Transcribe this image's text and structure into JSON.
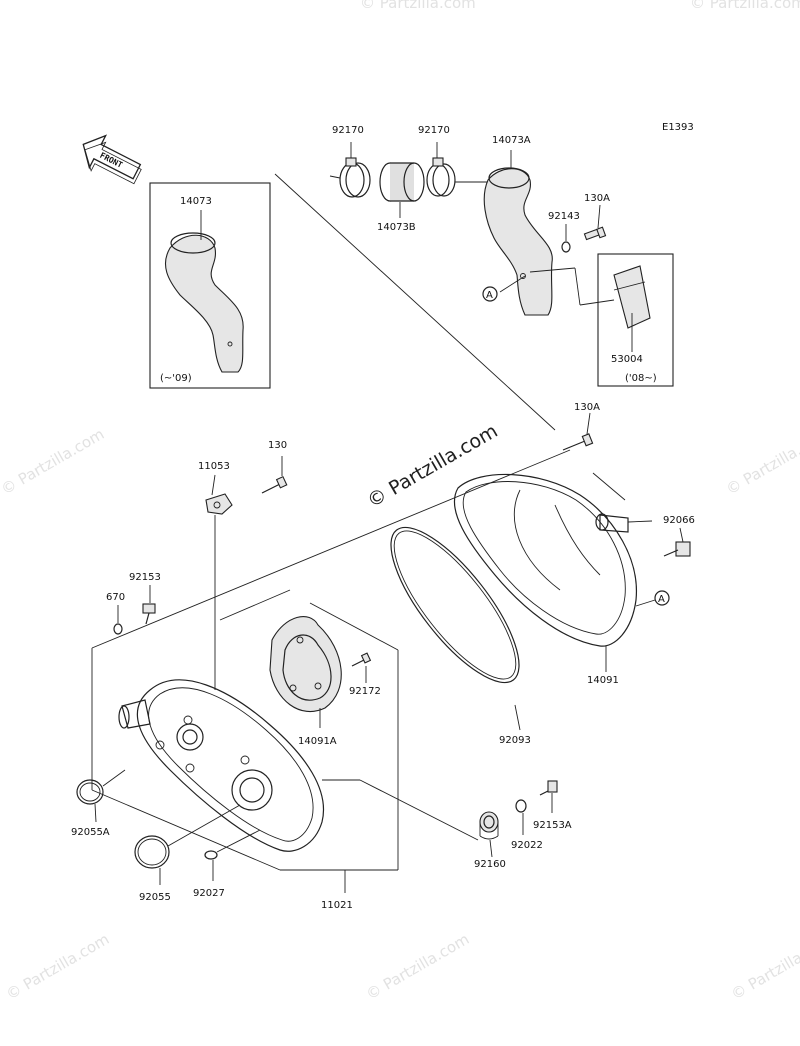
{
  "diagram_code": "E1393",
  "front_arrow": "FRONT",
  "ref_a": "A",
  "inset_left_note": "(~'09)",
  "inset_right_note": "('08~)",
  "watermark_center": "© Partzilla.com",
  "watermark_small": "© Partzilla.com",
  "parts": {
    "p92170_left": "92170",
    "p92170_right": "92170",
    "p14073A": "14073A",
    "p14073B": "14073B",
    "p14073": "14073",
    "p92143": "92143",
    "p130A_top": "130A",
    "p53004": "53004",
    "p130A_mid": "130A",
    "p11053": "11053",
    "p130": "130",
    "p92066": "92066",
    "p92153": "92153",
    "p670": "670",
    "p14091": "14091",
    "p92172": "92172",
    "p14091A": "14091A",
    "p92093": "92093",
    "p92055A": "92055A",
    "p92153A": "92153A",
    "p92022": "92022",
    "p92160": "92160",
    "p92055": "92055",
    "p92027": "92027",
    "p11021": "11021"
  }
}
